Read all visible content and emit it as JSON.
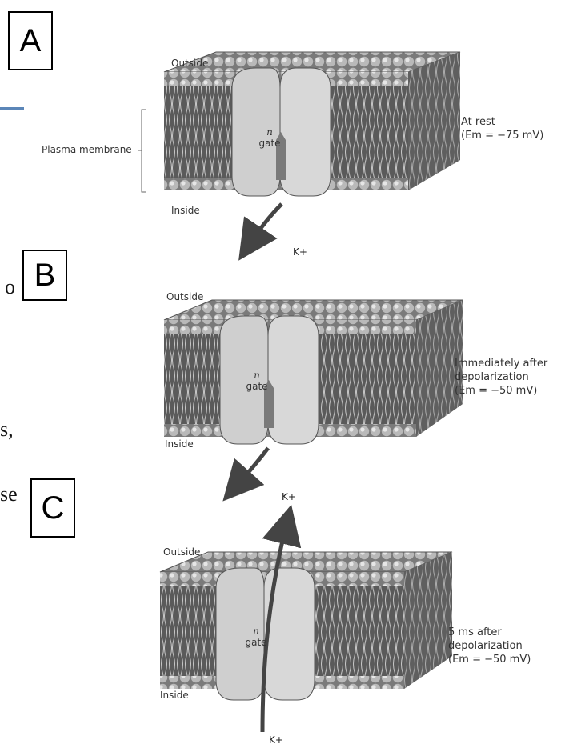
{
  "panels": [
    {
      "letter": "A",
      "outside": "Outside",
      "inside": "Inside",
      "gate_n": "n",
      "gate_word": "gate",
      "ion": "K+",
      "condition": [
        "At rest",
        "(Em = −75 mV)"
      ]
    },
    {
      "letter": "B",
      "outside": "Outside",
      "inside": "Inside",
      "gate_n": "n",
      "gate_word": "gate",
      "ion": "K+",
      "condition": [
        "Immediately after",
        "depolarization",
        "(Em = −50 mV)"
      ]
    },
    {
      "letter": "C",
      "outside": "Outside",
      "inside": "Inside",
      "gate_n": "n",
      "gate_word": "gate",
      "ion": "K+",
      "condition": [
        "5 ms after",
        "depolarization",
        "(Em = −50 mV)"
      ]
    }
  ],
  "membrane_label": "Plasma membrane",
  "slide_fragments": [
    "o",
    "s,",
    "se"
  ],
  "colors": {
    "phospholipid_head": "#b8b8b8",
    "channel": "#cfcfcf",
    "arrow": "#444444"
  }
}
